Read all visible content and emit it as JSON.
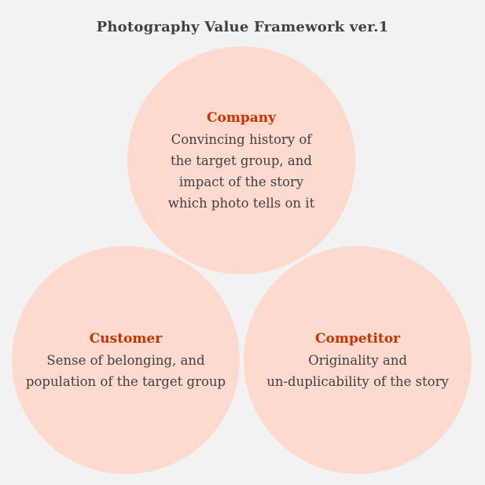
{
  "title": "Photography Value Framework ver.1",
  "colors": {
    "background": "#f2f2f2",
    "circle": "#fdd9ce",
    "heading": "#cc3300",
    "text": "#404040"
  },
  "circles": [
    {
      "heading": "Company",
      "lines": [
        "Convincing history of",
        "the target group, and",
        "impact of the story",
        "which photo tells on it"
      ]
    },
    {
      "heading": "Customer",
      "lines": [
        "Sense of belonging, and",
        "population of the target group"
      ]
    },
    {
      "heading": "Competitor",
      "lines": [
        "Originality and",
        "un-duplicability of the story"
      ]
    }
  ]
}
